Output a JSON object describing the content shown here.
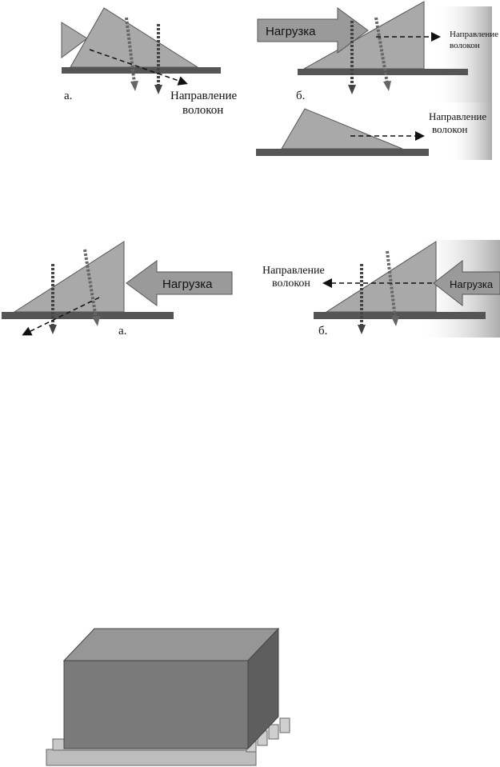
{
  "figure_1": {
    "panel_a": {
      "letter": "а.",
      "fiber_direction_line1": "Направление",
      "fiber_direction_line2": "волокон"
    },
    "panel_b": {
      "letter": "б.",
      "load_label": "Нагрузка",
      "fiber_direction_line1": "Направление",
      "fiber_direction_line2": "волокон"
    },
    "panel_c": {
      "fiber_direction_line1": "Направление",
      "fiber_direction_line2": "волокон"
    }
  },
  "figure_2": {
    "panel_a": {
      "letter": "а.",
      "load_label": "Нагрузка"
    },
    "panel_b": {
      "letter": "б.",
      "load_label": "Нагрузка",
      "fiber_direction_line1": "Направление",
      "fiber_direction_line2": "волокон"
    }
  },
  "colors": {
    "wedge": "#a9a9a9",
    "base_bar": "#555555",
    "arrow_fill": "#9a9a9a",
    "screw": "#444444",
    "box_front": "#7a7a7a",
    "box_top": "#969696",
    "box_side": "#5e5e5e",
    "bedding": "#bdbdbd"
  }
}
